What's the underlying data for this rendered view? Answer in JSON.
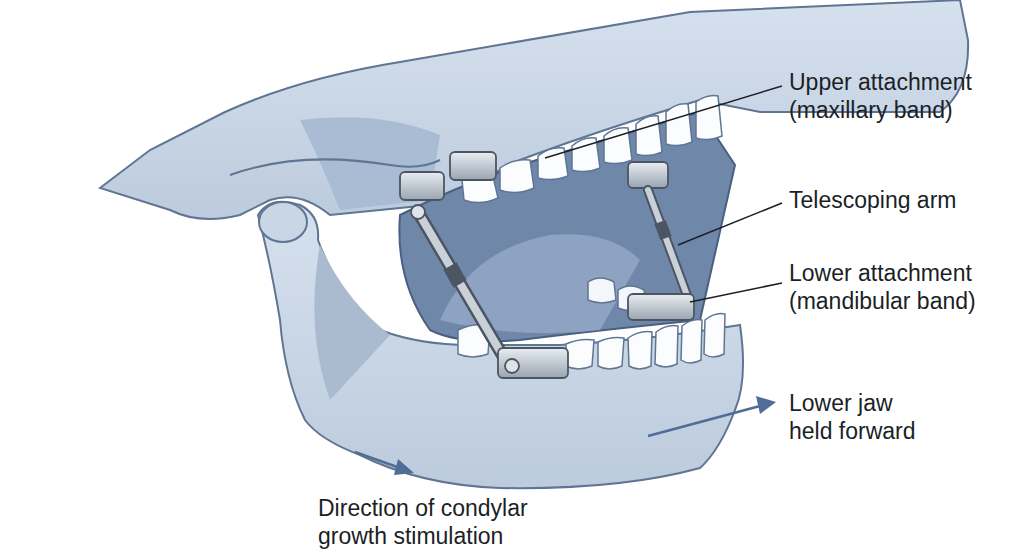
{
  "diagram": {
    "labels": [
      "Upper attachment (maxillary band)",
      "Telescoping arm",
      "Lower attachment (mandibular band)",
      "Lower jaw held forward",
      "Direction of condylar growth stimulation"
    ]
  }
}
